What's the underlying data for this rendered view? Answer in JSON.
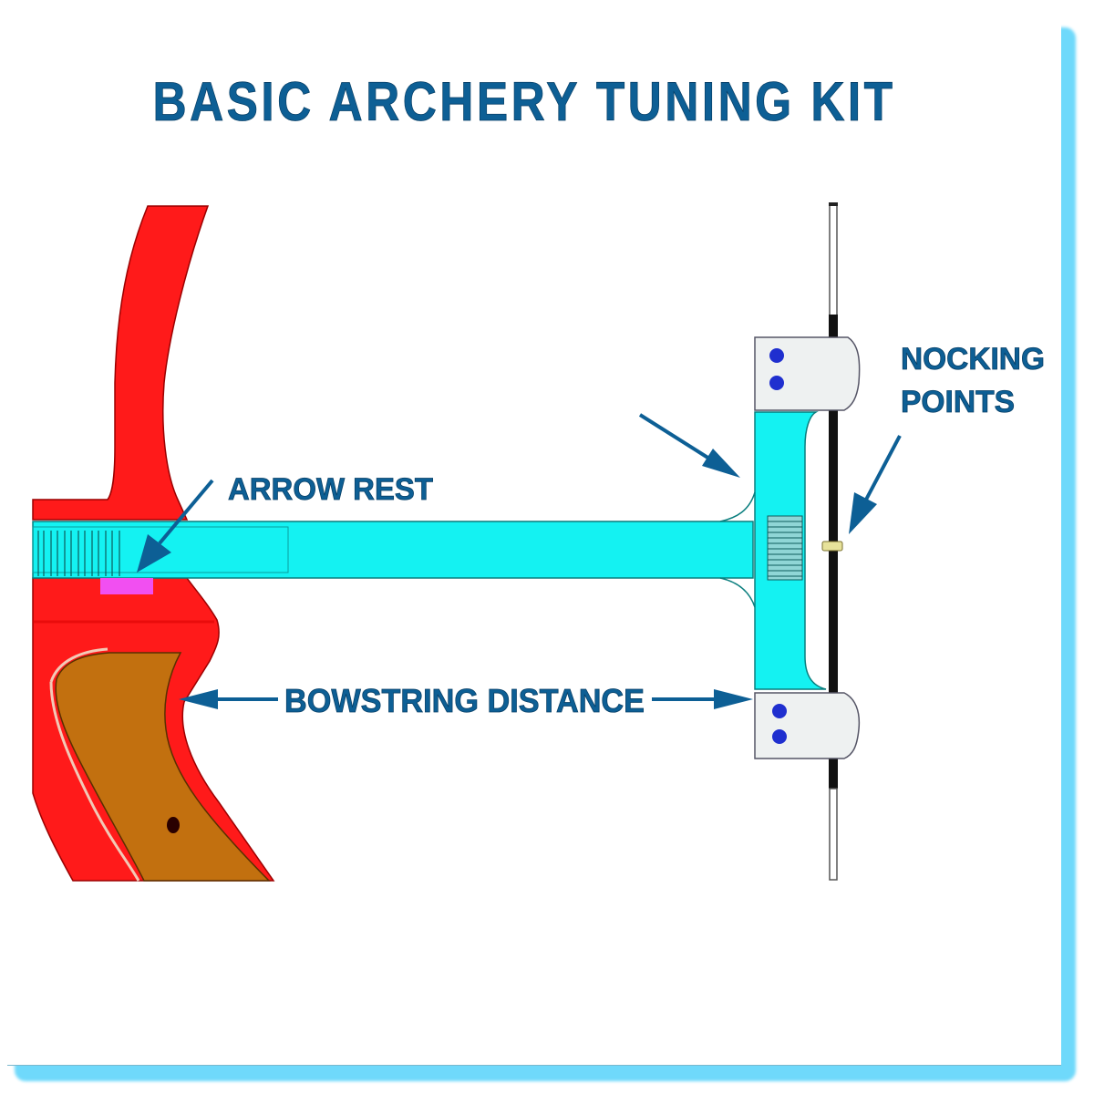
{
  "title": "BASIC ARCHERY TUNING KIT",
  "labels": {
    "arrow_rest": "ARROW REST",
    "nocking_points_line1": "NOCKING",
    "nocking_points_line2": "POINTS",
    "bowstring_distance": "BOWSTRING DISTANCE"
  },
  "colors": {
    "label_text": "#0d5f95",
    "frame_accent": "#6fd9fb",
    "riser": "#ff1a1a",
    "grip": "#c2700f",
    "tuning_tool": "#14f2f2",
    "arrow_rest_pad": "#f14ff1",
    "clamp": "#eef1f1",
    "clamp_screw": "#1f2fcf",
    "bowstring": "#111111",
    "nocking_point": "#e7e29a"
  },
  "icons": {
    "label_pointer": "arrow-pointer-icon",
    "distance_indicator": "double-arrow-icon"
  }
}
